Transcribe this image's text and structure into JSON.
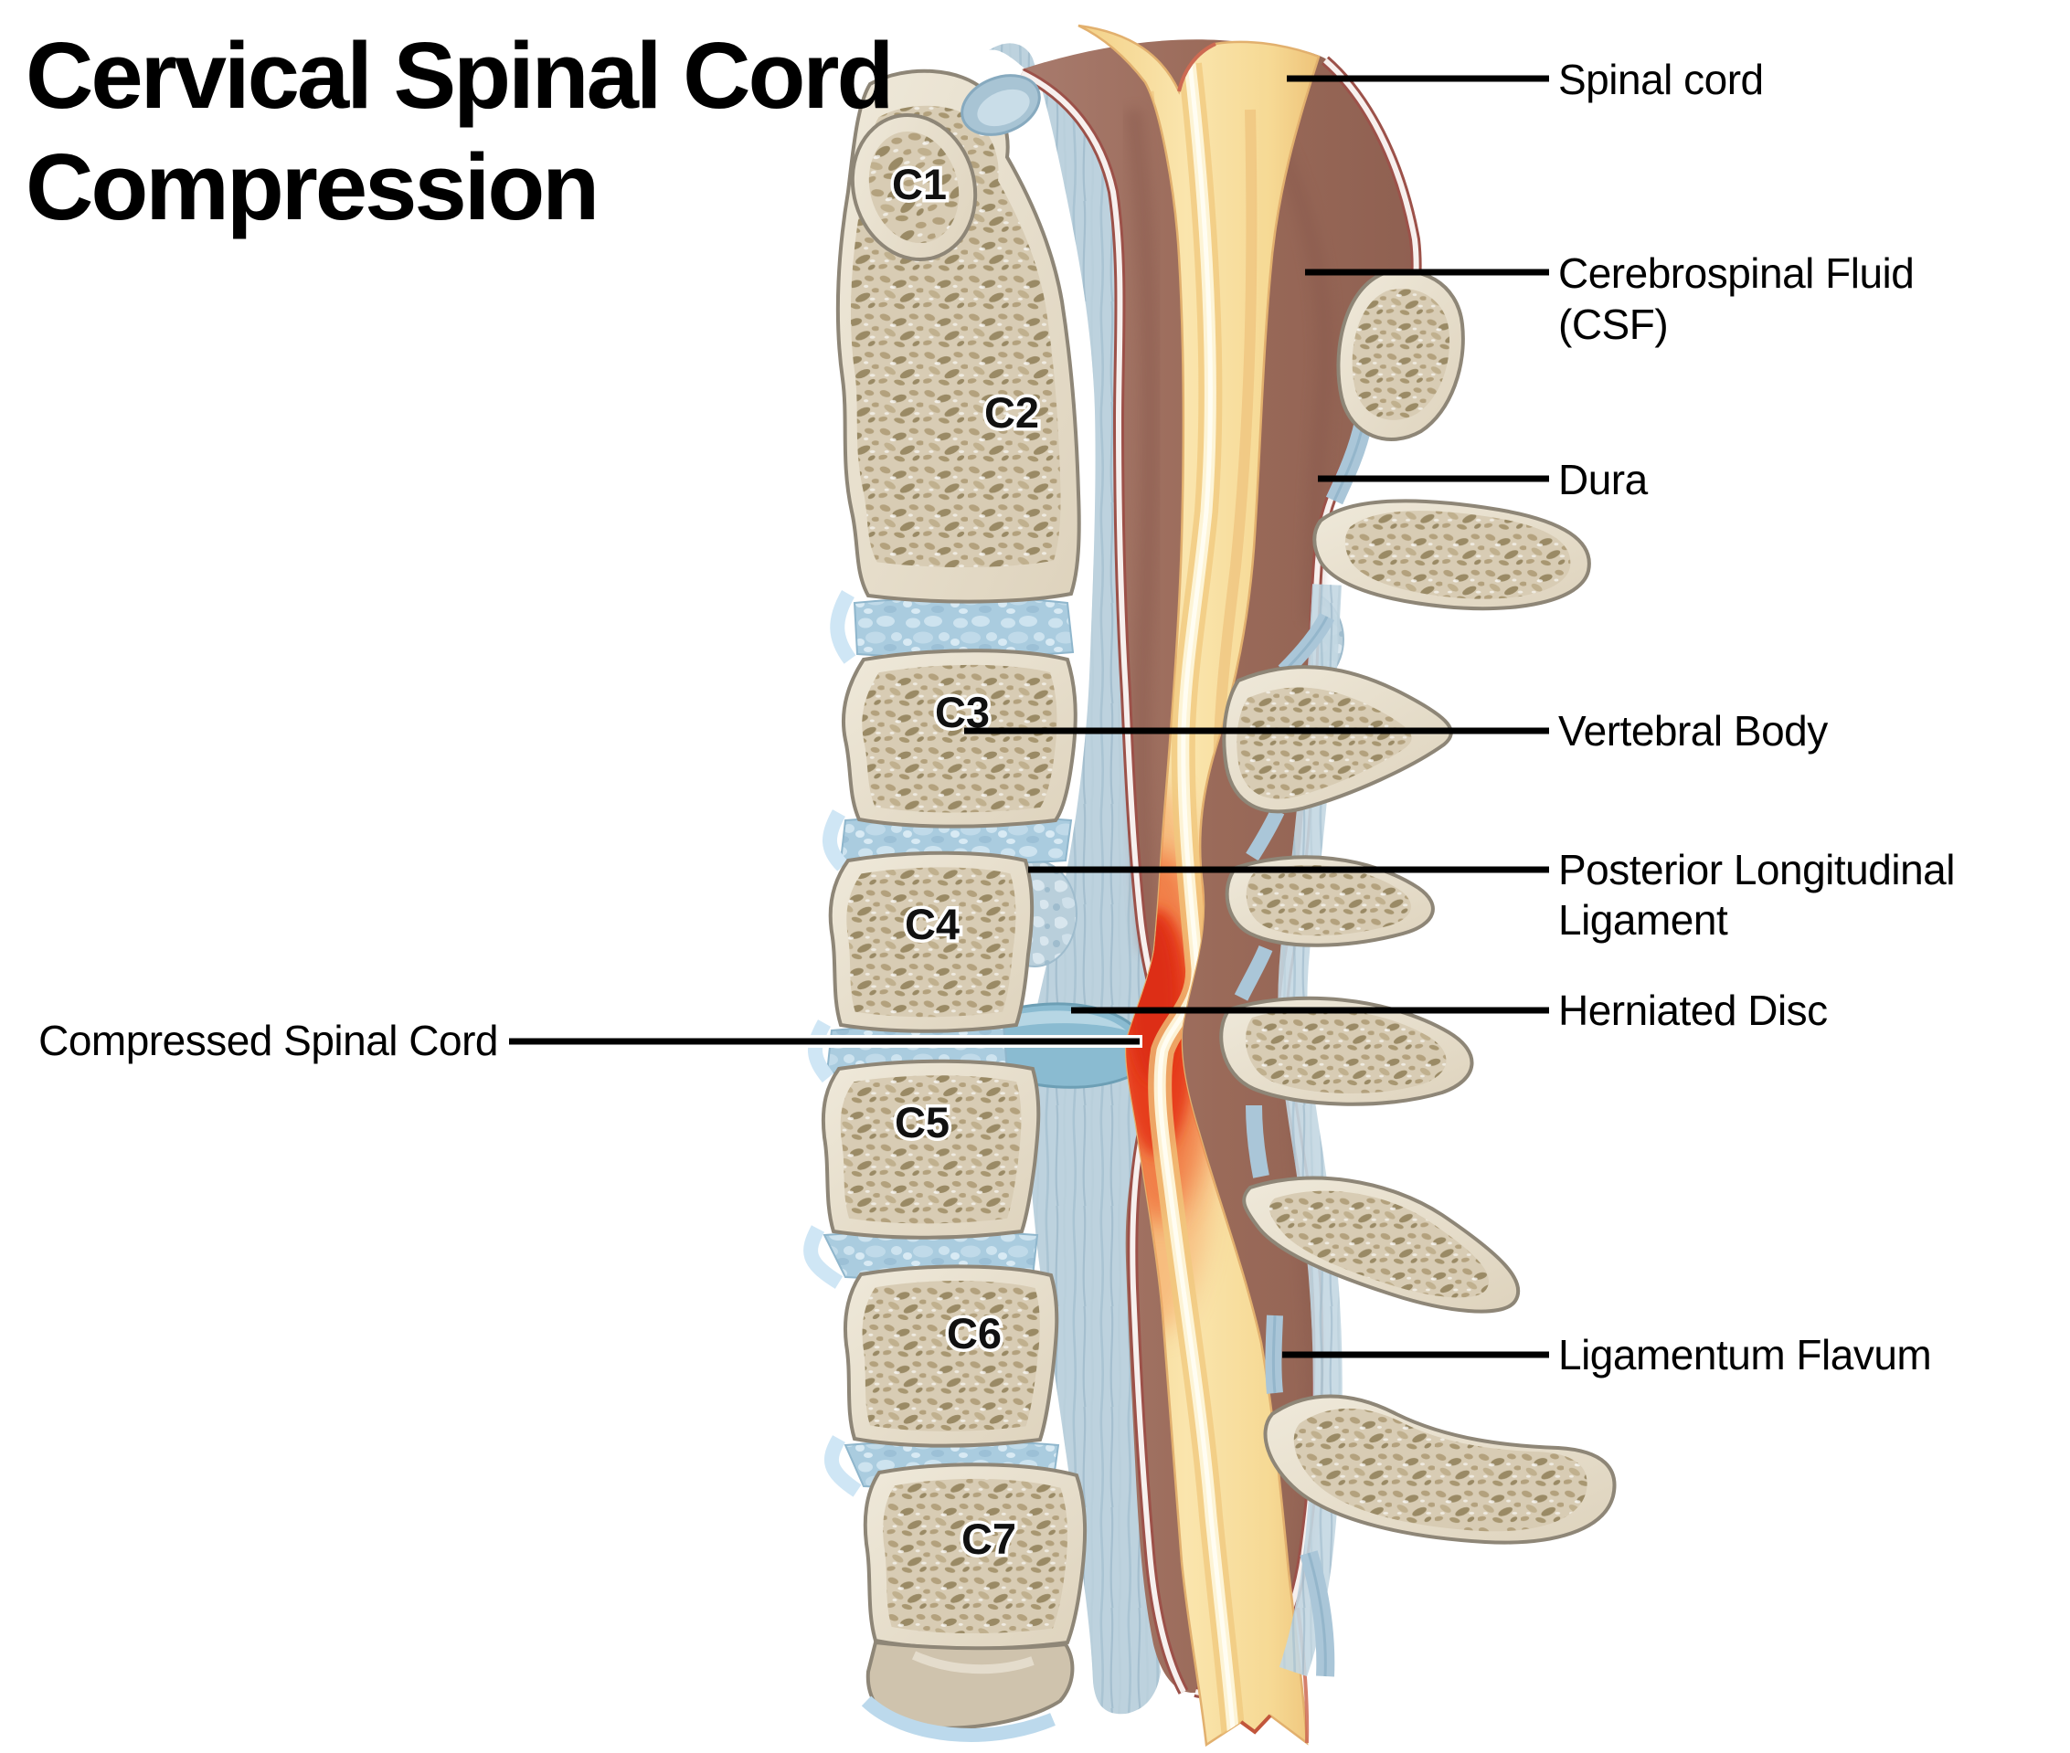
{
  "title": {
    "line1": "Cervical Spinal Cord",
    "line2": "Compression"
  },
  "vertebrae": [
    {
      "label": "C1"
    },
    {
      "label": "C2"
    },
    {
      "label": "C3"
    },
    {
      "label": "C4"
    },
    {
      "label": "C5"
    },
    {
      "label": "C6"
    },
    {
      "label": "C7"
    }
  ],
  "annotations": {
    "spinal_cord": {
      "label": "Spinal cord"
    },
    "csf": {
      "label": "Cerebrospinal Fluid",
      "label2": "(CSF)"
    },
    "dura": {
      "label": "Dura"
    },
    "vertebral_body": {
      "label": "Vertebral Body"
    },
    "pll": {
      "label": "Posterior Longitudinal",
      "label2": "Ligament"
    },
    "herniated_disc": {
      "label": "Herniated Disc"
    },
    "ligamentum_flavum": {
      "label": "Ligamentum Flavum"
    },
    "compressed_cord": {
      "label": "Compressed Spinal Cord"
    }
  },
  "colors": {
    "background": "#ffffff",
    "text": "#000000",
    "bone_cortex": "#e9e2d2",
    "bone_edge": "#8e8677",
    "bone_trabecular": "#d8ccb4",
    "disc_blue": "#aaccdf",
    "ligament_blue": "#bdd2de",
    "hernia_teal": "#8abbd1",
    "csf_brown": "#a0705f",
    "dura_white": "#f7f0ee",
    "dura_maroon": "#9c5149",
    "cord_yellow": "#f8dfa0",
    "cord_stripe": "#fdf5da",
    "compression_red": "#e63c1c"
  }
}
